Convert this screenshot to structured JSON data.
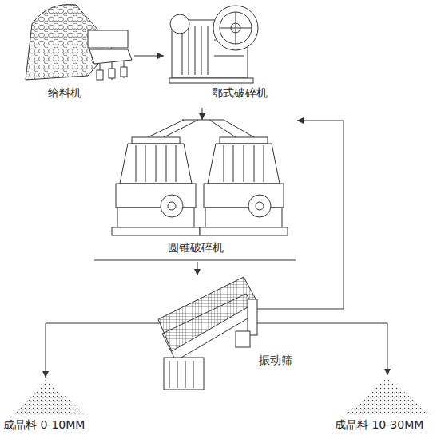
{
  "diagram": {
    "nodes": [
      {
        "text": [
          "给料机"
        ]
      },
      {
        "text": [
          "鄂式破碎机"
        ]
      },
      {
        "text": [
          "圆锥破碎机"
        ]
      },
      {
        "text": [
          "振动筛"
        ]
      },
      {
        "text": [
          "成品料 0-10MM"
        ]
      },
      {
        "text": [
          "成品料 10-30MM"
        ]
      }
    ],
    "edges": [
      {
        "from": 0,
        "to": 1,
        "arrow": "to"
      },
      {
        "from": 1,
        "to": 2,
        "arrow": "to"
      },
      {
        "from": 2,
        "to": 3,
        "arrow": "to"
      },
      {
        "from": 3,
        "to": 2,
        "arrow": "to"
      },
      {
        "from": 3,
        "to": 4,
        "arrow": "to"
      },
      {
        "from": 3,
        "to": 5,
        "arrow": "to"
      }
    ]
  }
}
